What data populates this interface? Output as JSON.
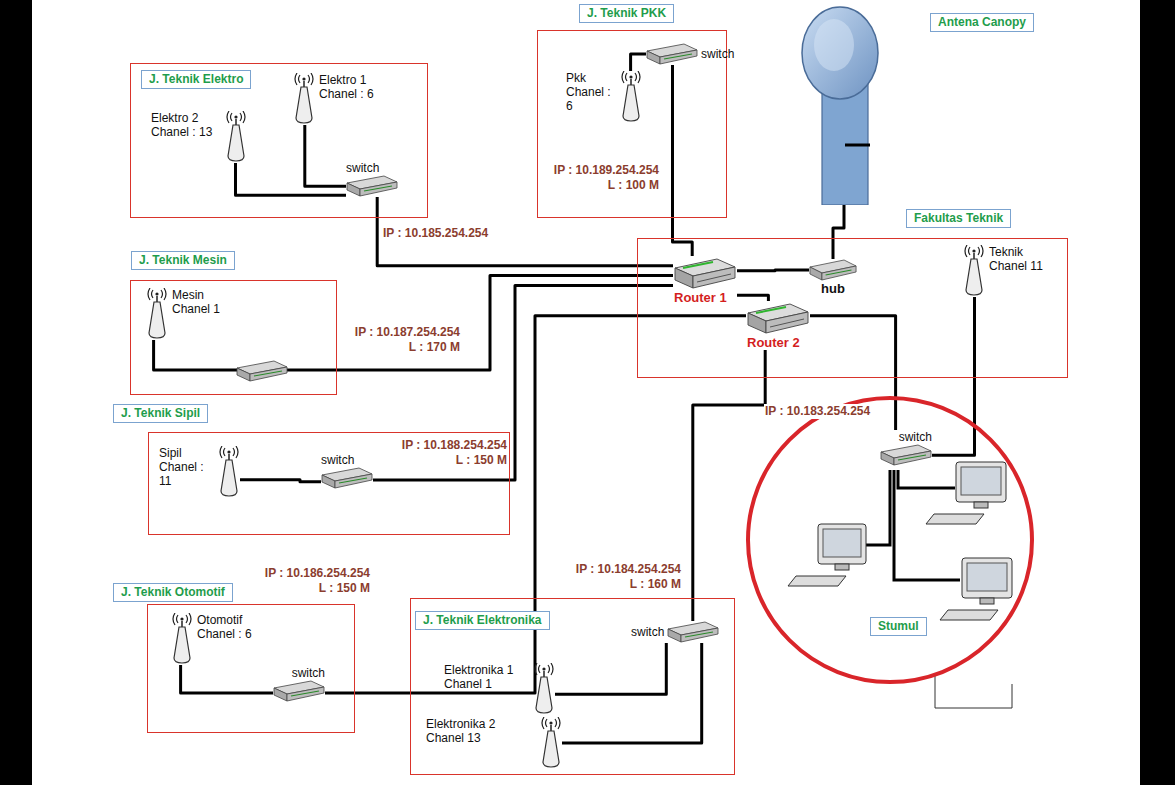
{
  "diagram": {
    "nodes": [
      {
        "text": [
          "J. Teknik Elektro"
        ]
      },
      {
        "text": [
          "Elektro 1 Chanel : 6"
        ],
        "in": 0
      },
      {
        "text": [
          "Elektro 2 Chanel : 13"
        ],
        "in": 0
      },
      {
        "text": [
          "switch"
        ],
        "in": 0
      },
      {
        "text": [
          "J. Teknik PKK"
        ]
      },
      {
        "text": [
          "Pkk Chanel : 6"
        ],
        "in": 4
      },
      {
        "text": [
          "switch"
        ],
        "in": 4
      },
      {
        "text": [
          "Antena Canopy"
        ]
      },
      {
        "text": [
          "Fakultas Teknik"
        ]
      },
      {
        "text": [
          "Router 1"
        ],
        "in": 8
      },
      {
        "text": [
          "Router 2"
        ],
        "in": 8
      },
      {
        "text": [
          "hub"
        ],
        "in": 8
      },
      {
        "text": [
          "Teknik Chanel 11"
        ],
        "in": 8
      },
      {
        "text": [
          "J. Teknik Mesin"
        ]
      },
      {
        "text": [
          "Mesin Chanel 1"
        ],
        "in": 13
      },
      {
        "text": [
          "J. Teknik Sipil"
        ]
      },
      {
        "text": [
          "Sipil Chanel : 11"
        ],
        "in": 15
      },
      {
        "text": [
          "switch"
        ],
        "in": 15
      },
      {
        "text": [
          "J. Teknik Otomotif"
        ]
      },
      {
        "text": [
          "Otomotif Chanel : 6"
        ],
        "in": 18
      },
      {
        "text": [
          "switch"
        ],
        "in": 18
      },
      {
        "text": [
          "J. Teknik Elektronika"
        ]
      },
      {
        "text": [
          "switch"
        ],
        "in": 21
      },
      {
        "text": [
          "Elektronika 1 Chanel 1"
        ],
        "in": 21
      },
      {
        "text": [
          "Elektronika 2 Chanel 13"
        ],
        "in": 21
      },
      {
        "text": [
          "Stumul"
        ]
      },
      {
        "text": [
          "switch"
        ],
        "in": 25
      }
    ],
    "edges": [
      {
        "from": 1,
        "to": 3,
        "arrow": "none"
      },
      {
        "from": 2,
        "to": 3,
        "arrow": "none"
      },
      {
        "from": 3,
        "to": 9,
        "label": "IP : 10.185.254.254",
        "arrow": "none"
      },
      {
        "from": 5,
        "to": 6,
        "arrow": "none"
      },
      {
        "from": 6,
        "to": 9,
        "label": "IP : 10.189.254.254 L : 100 M",
        "arrow": "none"
      },
      {
        "from": 14,
        "to": 9,
        "label": "IP : 10.187.254.254 L : 170 M",
        "arrow": "none"
      },
      {
        "from": 16,
        "to": 17,
        "arrow": "none"
      },
      {
        "from": 17,
        "to": 9,
        "label": "IP : 10.188.254.254 L : 150 M",
        "arrow": "none"
      },
      {
        "from": 19,
        "to": 20,
        "arrow": "none"
      },
      {
        "from": 20,
        "to": 10,
        "label": "IP : 10.186.254.254 L : 150 M",
        "arrow": "none"
      },
      {
        "from": 23,
        "to": 22,
        "arrow": "none"
      },
      {
        "from": 24,
        "to": 22,
        "arrow": "none"
      },
      {
        "from": 22,
        "to": 10,
        "label": "IP : 10.184.254.254 L : 160 M",
        "arrow": "none"
      },
      {
        "from": 9,
        "to": 10,
        "arrow": "none"
      },
      {
        "from": 9,
        "to": 11,
        "arrow": "none"
      },
      {
        "from": 11,
        "to": 7,
        "arrow": "none"
      },
      {
        "from": 10,
        "to": 26,
        "label": "IP : 10.183.254.254",
        "arrow": "none"
      },
      {
        "from": 12,
        "to": 26,
        "arrow": "none"
      }
    ]
  }
}
